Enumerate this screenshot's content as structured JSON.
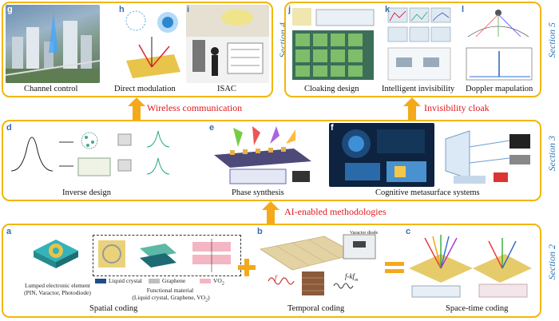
{
  "sections": {
    "s2": "Section 2",
    "s3": "Section 3",
    "s4": "Section 4",
    "s5": "Section 5"
  },
  "arrows": {
    "wireless": "Wireless communication",
    "cloak": "Invisibility cloak",
    "ai": "AI-enabled methodologies"
  },
  "panel_letters": [
    "a",
    "b",
    "c",
    "d",
    "e",
    "f",
    "g",
    "h",
    "i",
    "j",
    "k",
    "l"
  ],
  "captions": {
    "g": "Channel control",
    "h": "Direct modulation",
    "i": "ISAC",
    "j": "Cloaking design",
    "k": "Intelligent invisibility",
    "l": "Doppler mapulation",
    "d": "Inverse design",
    "e": "Phase synthesis",
    "f": "Cognitive metasurface systems",
    "a": "Spatial coding",
    "b": "Temporal coding",
    "c": "Space-time coding"
  },
  "details": {
    "lumped_1": "Lumped electronic element",
    "lumped_2": "(PIN, Varactor, Photodiode)",
    "functional_1": "Functional material",
    "functional_2": "(Liquid crystal, Graphene, VO",
    "functional_2_sub": "2",
    "functional_2_end": ")",
    "legend_lc": "Liquid crystal",
    "legend_graphene": "Graphene",
    "legend_vo2": "VO",
    "legend_vo2_sub": "2",
    "varactor": "Varactor diode",
    "f_label": "f",
    "fk_label": "f-kf",
    "fk_sub": "m"
  },
  "colors": {
    "frame": "#f2b705",
    "section_text": "#2a74b8",
    "arrow_text": "#e0181e",
    "arrow_fill": "#f4a91a",
    "letter": "#3a6bb0"
  }
}
